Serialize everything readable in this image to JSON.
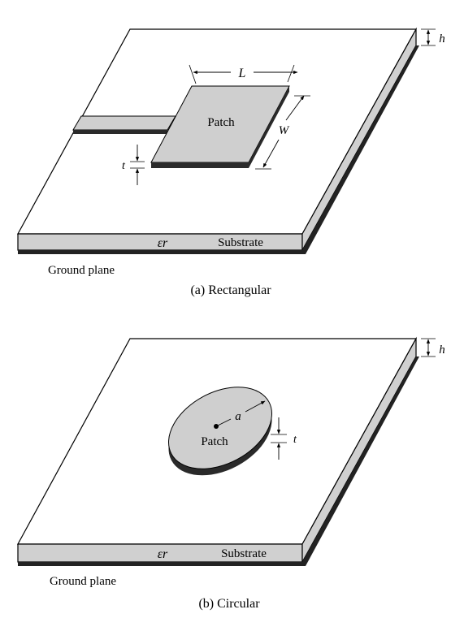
{
  "rectangular": {
    "patch_label": "Patch",
    "length_label": "L",
    "width_label": "W",
    "thickness_label": "t",
    "height_label": "h",
    "permittivity_label": "εr",
    "substrate_label": "Substrate",
    "ground_label": "Ground plane",
    "caption": "(a) Rectangular"
  },
  "circular": {
    "patch_label": "Patch",
    "radius_label": "a",
    "thickness_label": "t",
    "height_label": "h",
    "permittivity_label": "εr",
    "substrate_label": "Substrate",
    "ground_label": "Ground plane",
    "caption": "(b) Circular"
  },
  "colors": {
    "substrate_top": "#ffffff",
    "substrate_edge": "#d0d0d0",
    "ground": "#222222",
    "patch": "#cfcfcf",
    "patch_side": "#2a2a2a",
    "stroke": "#000000"
  }
}
